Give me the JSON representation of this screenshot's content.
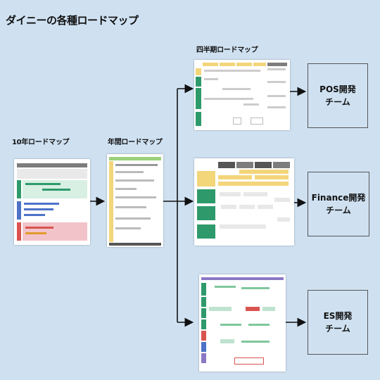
{
  "page": {
    "title": "ダイニーの各種ロードマップ"
  },
  "labels": {
    "ten_year": "10年ロードマップ",
    "annual": "年間ロードマップ",
    "quarterly": "四半期ロードマップ"
  },
  "teams": [
    {
      "line1": "POS開発",
      "line2": "チーム"
    },
    {
      "line1": "Finance開発",
      "line2": "チーム"
    },
    {
      "line1": "ES開発",
      "line2": "チーム"
    }
  ],
  "colors": {
    "background": "#cfe1f1",
    "green": "#2e9a6b",
    "yellow": "#f3d57a",
    "gray_header": "#7d7d7d",
    "pink": "#f2c4c9",
    "blue": "#4d72c7",
    "purple": "#8a78c5",
    "red": "#d9534f"
  }
}
